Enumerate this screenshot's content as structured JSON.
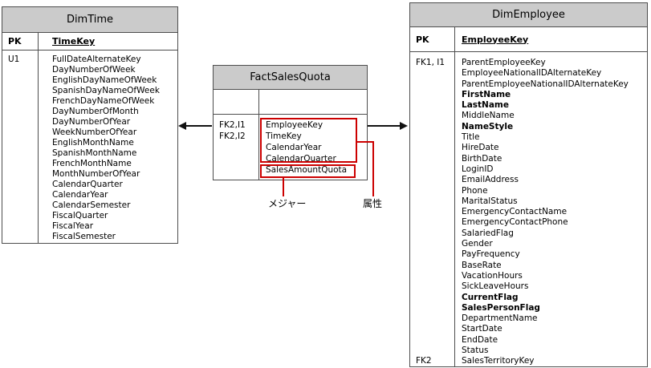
{
  "tables": [
    {
      "title": "DimTime",
      "pk_label": "PK",
      "pk_field": "TimeKey",
      "rows": [
        {
          "k": "U1",
          "n": "FullDateAlternateKey"
        },
        {
          "n": "DayNumberOfWeek"
        },
        {
          "n": "EnglishDayNameOfWeek"
        },
        {
          "n": "SpanishDayNameOfWeek"
        },
        {
          "n": "FrenchDayNameOfWeek"
        },
        {
          "n": "DayNumberOfMonth"
        },
        {
          "n": "DayNumberOfYear"
        },
        {
          "n": "WeekNumberOfYear"
        },
        {
          "n": "EnglishMonthName"
        },
        {
          "n": "SpanishMonthName"
        },
        {
          "n": "FrenchMonthName"
        },
        {
          "n": "MonthNumberOfYear"
        },
        {
          "n": "CalendarQuarter"
        },
        {
          "n": "CalendarYear"
        },
        {
          "n": "CalendarSemester"
        },
        {
          "n": "FiscalQuarter"
        },
        {
          "n": "FiscalYear"
        },
        {
          "n": "FiscalSemester"
        }
      ]
    },
    {
      "title": "FactSalesQuota",
      "pk_label": "",
      "pk_field": "",
      "rows": [
        {
          "k": "FK2,I1",
          "n": "EmployeeKey"
        },
        {
          "k": "FK2,I2",
          "n": "TimeKey"
        },
        {
          "n": "CalendarYear"
        },
        {
          "n": "CalendarQuarter"
        },
        {
          "n": "SalesAmountQuota"
        }
      ]
    },
    {
      "title": "DimEmployee",
      "pk_label": "PK",
      "pk_field": "EmployeeKey",
      "rows": [
        {
          "k": "FK1, I1",
          "n": "ParentEmployeeKey"
        },
        {
          "n": "EmployeeNationalIDAlternateKey"
        },
        {
          "n": "ParentEmployeeNationalIDAlternateKey"
        },
        {
          "n": "FirstName",
          "b": true
        },
        {
          "n": "LastName",
          "b": true
        },
        {
          "n": "MiddleName"
        },
        {
          "n": "NameStyle",
          "b": true
        },
        {
          "n": "Title"
        },
        {
          "n": "HireDate"
        },
        {
          "n": "BirthDate"
        },
        {
          "n": "LoginID"
        },
        {
          "n": "EmailAddress"
        },
        {
          "n": "Phone"
        },
        {
          "n": "MaritalStatus"
        },
        {
          "n": "EmergencyContactName"
        },
        {
          "n": "EmergencyContactPhone"
        },
        {
          "n": "SalariedFlag"
        },
        {
          "n": "Gender"
        },
        {
          "n": "PayFrequency"
        },
        {
          "n": "BaseRate"
        },
        {
          "n": "VacationHours"
        },
        {
          "n": "SickLeaveHours"
        },
        {
          "n": "CurrentFlag",
          "b": true
        },
        {
          "n": "SalesPersonFlag",
          "b": true
        },
        {
          "n": "DepartmentName"
        },
        {
          "n": "StartDate"
        },
        {
          "n": "EndDate"
        },
        {
          "n": "Status"
        },
        {
          "k": "FK2",
          "n": "SalesTerritoryKey"
        }
      ]
    }
  ],
  "callouts": {
    "measure_label": "メジャー",
    "attribute_label": "属性",
    "attribute_fields": [
      "EmployeeKey",
      "TimeKey",
      "CalendarYear",
      "CalendarQuarter"
    ],
    "measure_fields": [
      "SalesAmountQuota"
    ]
  },
  "relationships": [
    {
      "from": "FactSalesQuota",
      "to": "DimTime"
    },
    {
      "from": "FactSalesQuota",
      "to": "DimEmployee"
    }
  ],
  "colors": {
    "background": "#ffffff",
    "header_fill": "#cbcbcb",
    "table_border": "#4d4d4d",
    "highlight_red": "#cc0000",
    "arrow": "#111111"
  }
}
